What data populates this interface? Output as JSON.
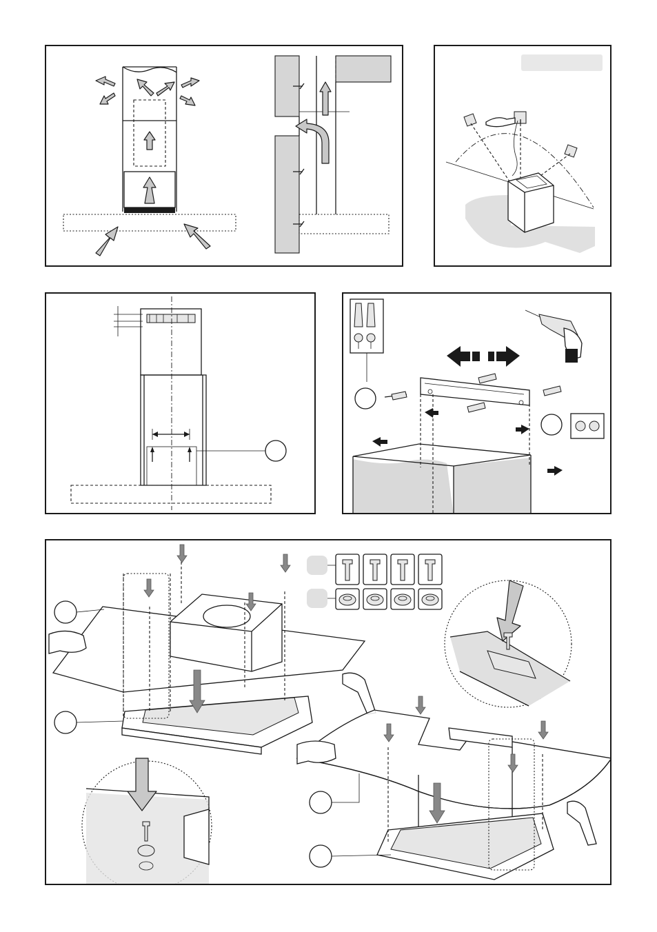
{
  "figures": [
    {
      "id": "airflow"
    },
    {
      "id": "wall-drilling"
    },
    {
      "id": "hood-dimensions"
    },
    {
      "id": "bracket-mounting"
    },
    {
      "id": "glass-fitting"
    }
  ],
  "colors": {
    "line": "#1a1a1a",
    "fill_light": "#e6e6e6",
    "fill_mid": "#d6d6d6",
    "arrow_fill": "#c8c8c8",
    "arrow_dark": "#888888"
  },
  "icons": [
    "arrow-icon",
    "screw-icon",
    "wall-plug-icon",
    "drill-icon",
    "hand-icon",
    "washer-icon"
  ]
}
